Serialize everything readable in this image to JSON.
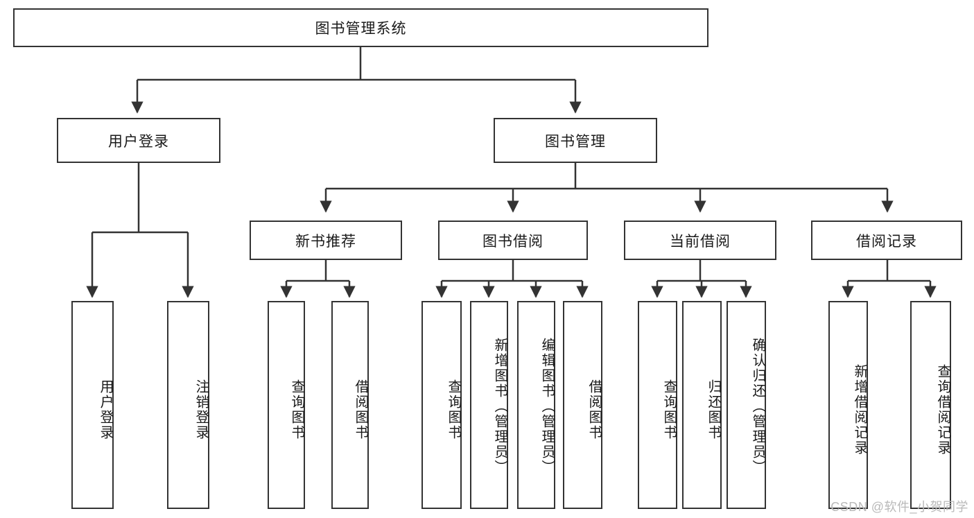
{
  "diagram": {
    "title": "图书管理系统",
    "type": "tree",
    "root": {
      "id": "root",
      "label": "图书管理系统"
    },
    "level2": [
      {
        "id": "user-login",
        "label": "用户登录"
      },
      {
        "id": "book-manage",
        "label": "图书管理"
      }
    ],
    "level3": [
      {
        "id": "new-book-recommend",
        "label": "新书推荐"
      },
      {
        "id": "book-borrow",
        "label": "图书借阅"
      },
      {
        "id": "current-borrow",
        "label": "当前借阅"
      },
      {
        "id": "borrow-record",
        "label": "借阅记录"
      }
    ],
    "leaves": [
      {
        "id": "leaf-user-login",
        "label": "用户登录",
        "parent": "user-login"
      },
      {
        "id": "leaf-user-logout",
        "label": "注销登录",
        "parent": "user-login"
      },
      {
        "id": "leaf-query-book-1",
        "label": "查询图书",
        "parent": "new-book-recommend"
      },
      {
        "id": "leaf-borrow-book-1",
        "label": "借阅图书",
        "parent": "new-book-recommend"
      },
      {
        "id": "leaf-query-book-2",
        "label": "查询图书",
        "parent": "book-borrow"
      },
      {
        "id": "leaf-add-book",
        "label": "新增图书（管理员）",
        "parent": "book-borrow"
      },
      {
        "id": "leaf-edit-book",
        "label": "编辑图书（管理员）",
        "parent": "book-borrow"
      },
      {
        "id": "leaf-borrow-book-2",
        "label": "借阅图书",
        "parent": "book-borrow"
      },
      {
        "id": "leaf-query-book-3",
        "label": "查询图书",
        "parent": "current-borrow"
      },
      {
        "id": "leaf-return-book",
        "label": "归还图书",
        "parent": "current-borrow"
      },
      {
        "id": "leaf-confirm-return",
        "label": "确认归还（管理员）",
        "parent": "current-borrow"
      },
      {
        "id": "leaf-add-record",
        "label": "新增借阅记录",
        "parent": "borrow-record"
      },
      {
        "id": "leaf-query-record",
        "label": "查询借阅记录",
        "parent": "borrow-record"
      }
    ],
    "colors": {
      "stroke": "#333333",
      "fill": "#ffffff",
      "text": "#1a1a1a",
      "watermark": "#b9b9b9"
    }
  },
  "watermark": {
    "text": "CSDN @软件_小贺同学"
  }
}
